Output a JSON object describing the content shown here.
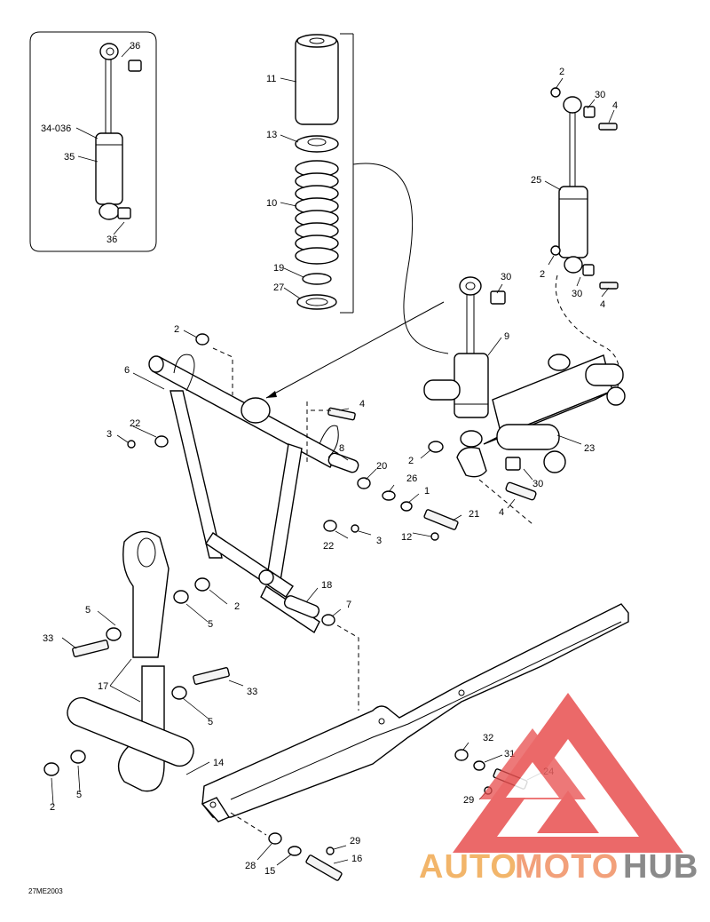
{
  "diagram_code": "27ME2003",
  "callouts": {
    "c36a": "36",
    "c34": "34-036",
    "c35": "35",
    "c36b": "36",
    "c11": "11",
    "c13": "13",
    "c10": "10",
    "c19": "19",
    "c27": "27",
    "c2a": "2",
    "c30a": "30",
    "c4a": "4",
    "c25": "25",
    "c2b": "2",
    "c30b": "30",
    "c4b": "4",
    "c30c": "30",
    "c9": "9",
    "c2c": "2",
    "c6": "6",
    "c22a": "22",
    "c3a": "3",
    "c4c": "4",
    "c8": "8",
    "c20": "20",
    "c2d": "2",
    "c23": "23",
    "c30d": "30",
    "c26": "26",
    "c1": "1",
    "c21": "21",
    "c4d": "4",
    "c12": "12",
    "c22b": "22",
    "c3b": "3",
    "c18": "18",
    "c2e": "2",
    "c5a": "5",
    "c7": "7",
    "c33a": "33",
    "c5b": "5",
    "c17": "17",
    "c33b": "33",
    "c5c": "5",
    "c14": "14",
    "c2f": "2",
    "c5d": "5",
    "c32": "32",
    "c31": "31",
    "c24": "24",
    "c29a": "29",
    "c29b": "29",
    "c28": "28",
    "c15": "15",
    "c16": "16"
  },
  "watermark": {
    "part1": "AUTO",
    "part2": "MOTO",
    "part3": "HUB",
    "color_auto": "#f2b56a",
    "color_moto": "#f2a07a",
    "color_hub": "#8a8a8a",
    "logo_color": "#e85050"
  }
}
